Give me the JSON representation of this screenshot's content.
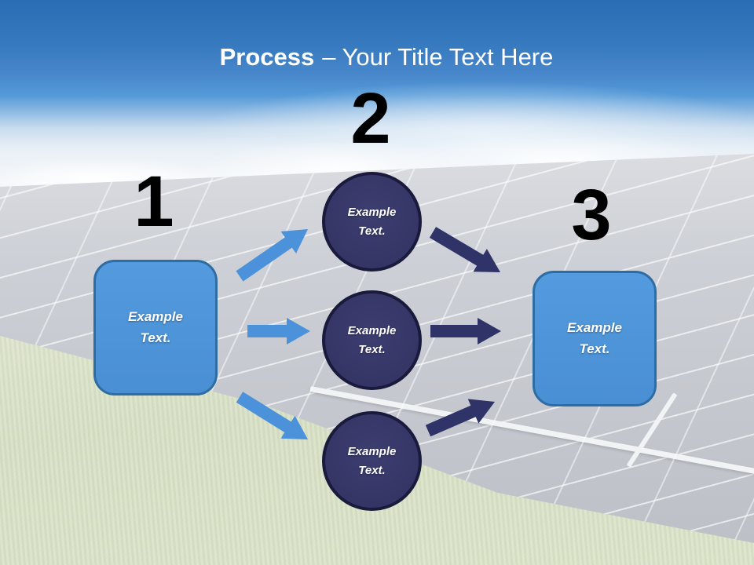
{
  "title": {
    "bold_part": "Process",
    "regular_part": "– Your Title Text Here"
  },
  "step_numbers": [
    "1",
    "2",
    "3"
  ],
  "left_box": {
    "label": "Example Text."
  },
  "circles": [
    {
      "label": "Example Text."
    },
    {
      "label": "Example Text."
    },
    {
      "label": "Example Text."
    }
  ],
  "right_box": {
    "label": "Example Text."
  },
  "colors": {
    "title_text": "#ffffff",
    "number_text": "#000000",
    "light_blue_fill": "#4e93d8",
    "light_blue_border": "#2e6da4",
    "light_blue_arrow": "#4b92da",
    "navy_fill": "#373868",
    "navy_border": "#1a1b3e",
    "navy_arrow": "#303367",
    "sky_top": "#2a6db4",
    "grass": "#dde4cd",
    "panel_gray": "#c6c9cf"
  }
}
